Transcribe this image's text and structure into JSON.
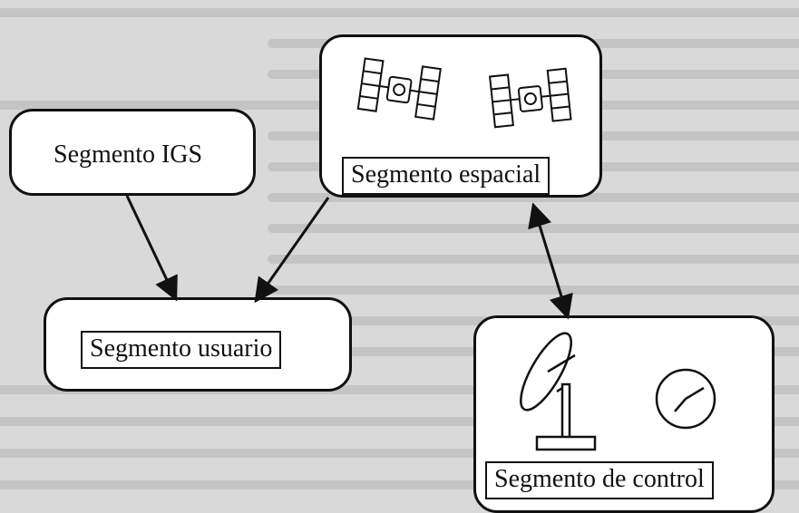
{
  "diagram": {
    "nodes": [
      {
        "id": "igs",
        "label": "Segmento IGS",
        "framed_label": false
      },
      {
        "id": "espacial",
        "label": "Segmento espacial",
        "framed_label": true,
        "icons": [
          "satellite-icon",
          "satellite-icon"
        ]
      },
      {
        "id": "usuario",
        "label": "Segmento usuario",
        "framed_label": true
      },
      {
        "id": "control",
        "label": "Segmento de control",
        "framed_label": true,
        "icons": [
          "satellite-dish-icon",
          "clock-icon"
        ]
      }
    ],
    "edges": [
      {
        "from": "igs",
        "to": "usuario",
        "direction": "one-way"
      },
      {
        "from": "espacial",
        "to": "usuario",
        "direction": "one-way"
      },
      {
        "from": "espacial",
        "to": "control",
        "direction": "two-way"
      }
    ]
  }
}
